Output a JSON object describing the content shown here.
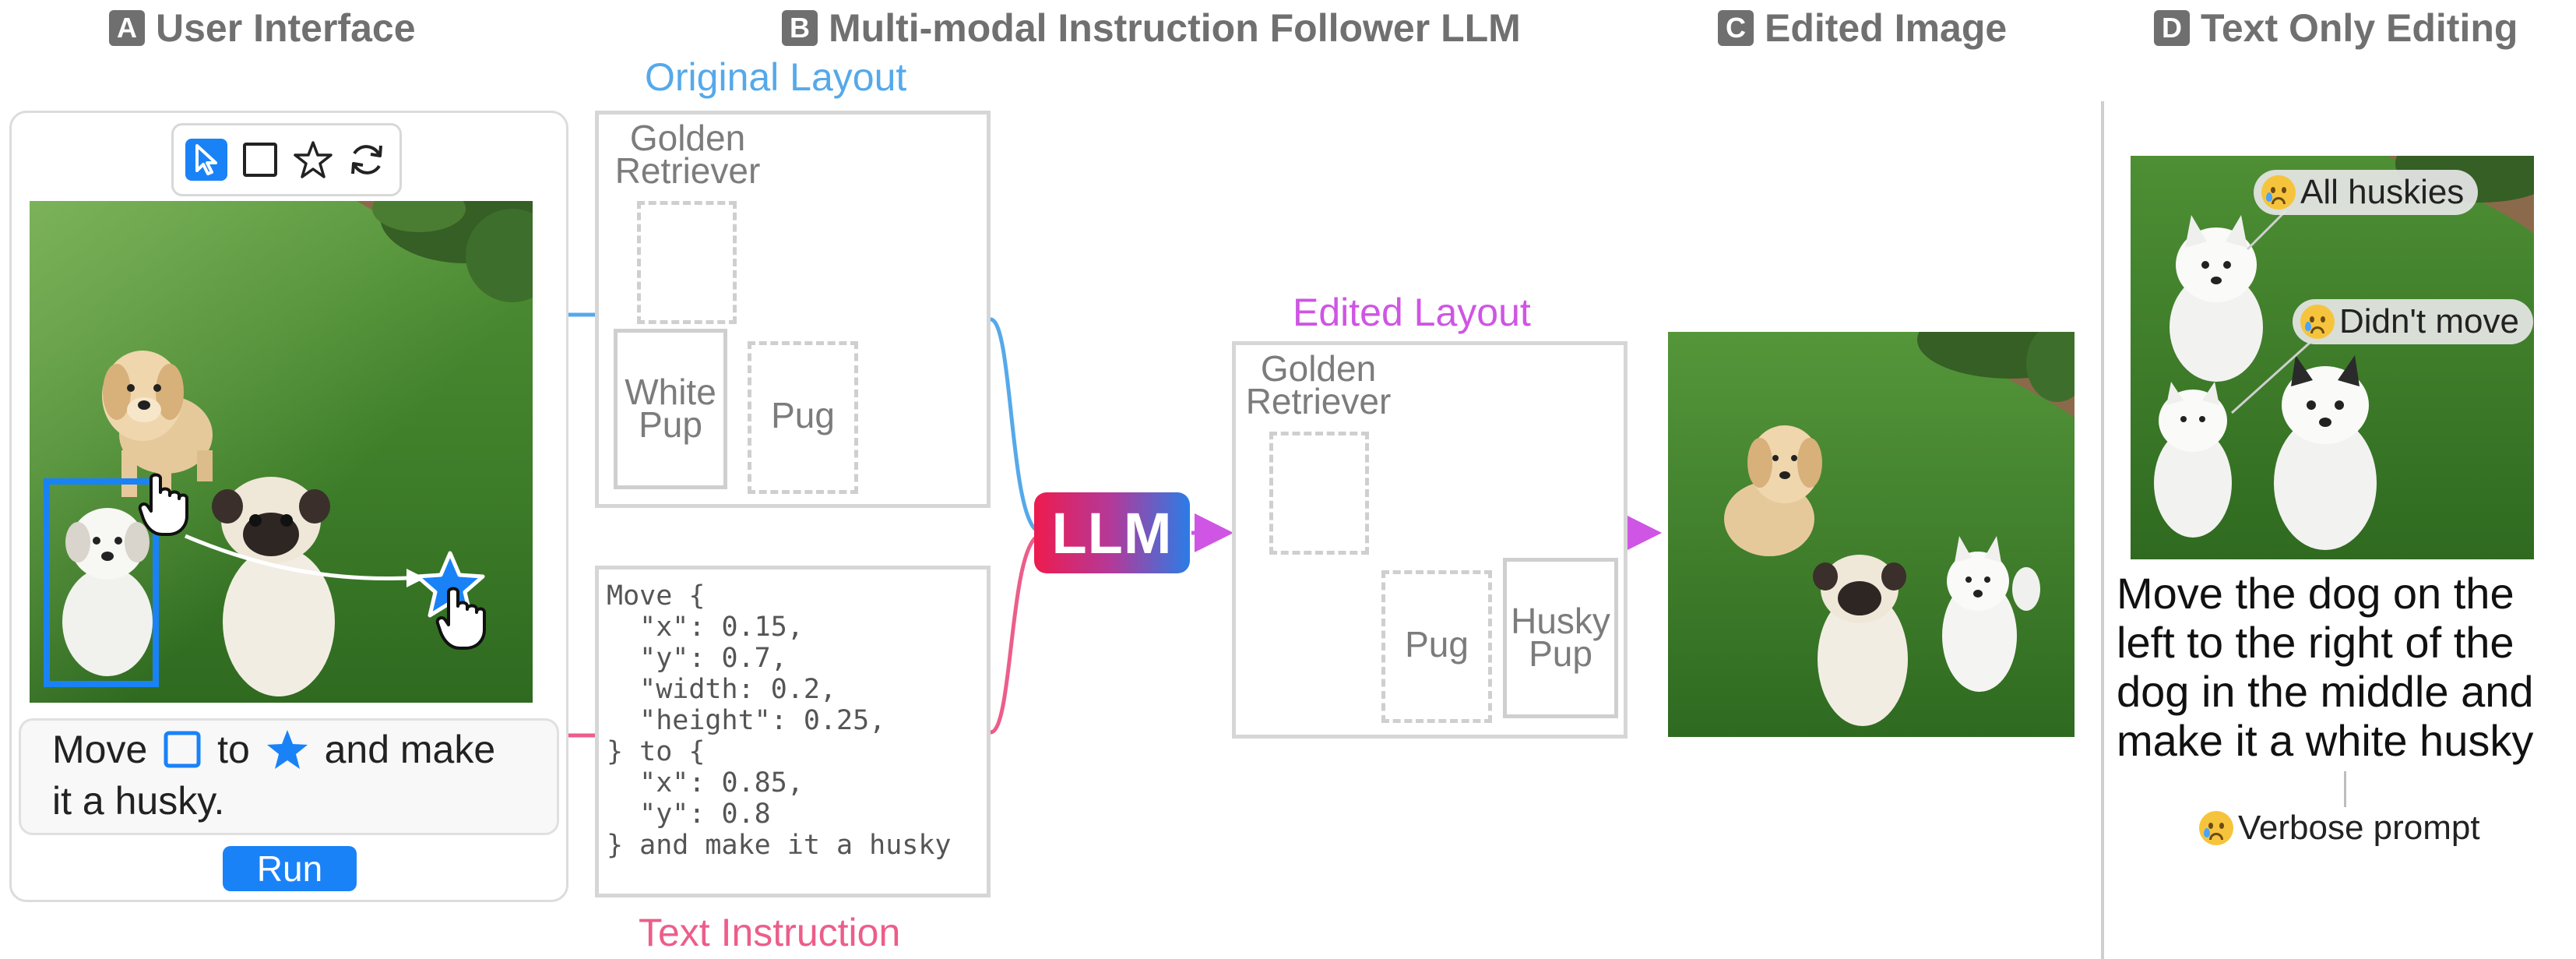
{
  "sections": [
    {
      "badge": "A",
      "title": "User Interface"
    },
    {
      "badge": "B",
      "title": "Multi-modal Instruction Follower LLM"
    },
    {
      "badge": "C",
      "title": "Edited Image"
    },
    {
      "badge": "D",
      "title": "Text Only Editing"
    }
  ],
  "ui": {
    "tools": [
      "cursor-icon",
      "square-icon",
      "star-icon",
      "refresh-icon"
    ],
    "instruction": {
      "part1": "Move",
      "part2": "to",
      "part3": "and make",
      "part4": "it a husky."
    },
    "run_label": "Run"
  },
  "original_layout": {
    "label": "Original Layout",
    "objects": [
      {
        "label_line1": "Golden",
        "label_line2": "Retriever"
      },
      {
        "label_line1": "White",
        "label_line2": "Pup"
      },
      {
        "label_line1": "Pug",
        "label_line2": ""
      }
    ]
  },
  "text_instruction": {
    "label": "Text Instruction",
    "code": "Move {\n  \"x\": 0.15,\n  \"y\": 0.7,\n  \"width: 0.2,\n  \"height\": 0.25,\n} to {\n  \"x\": 0.85,\n  \"y\": 0.8\n} and make it a husky"
  },
  "llm_label": "LLM",
  "edited_layout": {
    "label": "Edited Layout",
    "objects": [
      {
        "label_line1": "Golden",
        "label_line2": "Retriever"
      },
      {
        "label_line1": "Pug",
        "label_line2": ""
      },
      {
        "label_line1": "Husky",
        "label_line2": "Pup"
      }
    ]
  },
  "text_only": {
    "bubble1": "All huskies",
    "bubble2": "Didn't move",
    "prompt": "Move the dog on the left to the right of the dog in the middle and make it a white husky",
    "verbose_label": "Verbose prompt"
  },
  "colors": {
    "blue": "#55a9ea",
    "pink": "#ec5e8a",
    "magenta": "#cf55e4",
    "ui_blue": "#1a82f7"
  }
}
